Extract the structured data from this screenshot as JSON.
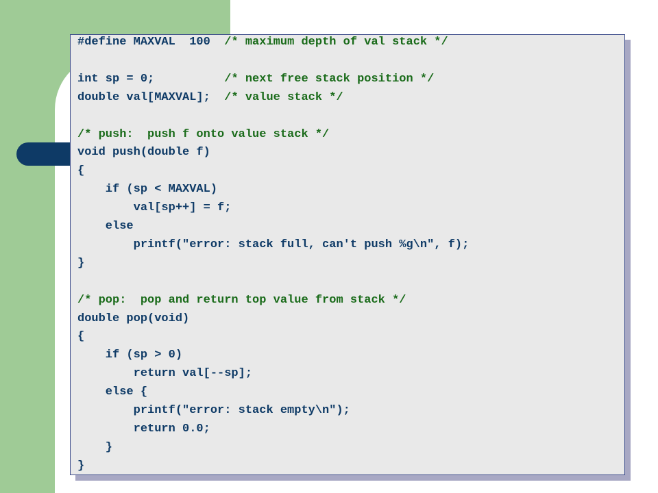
{
  "code": {
    "lines": [
      {
        "code": "#define MAXVAL  100  ",
        "comment": "/* maximum depth of val stack */"
      },
      {
        "code": "",
        "comment": ""
      },
      {
        "code": "int sp = 0;          ",
        "comment": "/* next free stack position */"
      },
      {
        "code": "double val[MAXVAL];  ",
        "comment": "/* value stack */"
      },
      {
        "code": "",
        "comment": ""
      },
      {
        "code": "",
        "comment": "/* push:  push f onto value stack */"
      },
      {
        "code": "void push(double f)",
        "comment": ""
      },
      {
        "code": "{",
        "comment": ""
      },
      {
        "code": "    if (sp < MAXVAL)",
        "comment": ""
      },
      {
        "code": "        val[sp++] = f;",
        "comment": ""
      },
      {
        "code": "    else",
        "comment": ""
      },
      {
        "code": "        printf(\"error: stack full, can't push %g\\n\", f);",
        "comment": ""
      },
      {
        "code": "}",
        "comment": ""
      },
      {
        "code": "",
        "comment": ""
      },
      {
        "code": "",
        "comment": "/* pop:  pop and return top value from stack */"
      },
      {
        "code": "double pop(void)",
        "comment": ""
      },
      {
        "code": "{",
        "comment": ""
      },
      {
        "code": "    if (sp > 0)",
        "comment": ""
      },
      {
        "code": "        return val[--sp];",
        "comment": ""
      },
      {
        "code": "    else {",
        "comment": ""
      },
      {
        "code": "        printf(\"error: stack empty\\n\");",
        "comment": ""
      },
      {
        "code": "        return 0.0;",
        "comment": ""
      },
      {
        "code": "    }",
        "comment": ""
      },
      {
        "code": "}",
        "comment": ""
      }
    ]
  },
  "colors": {
    "code": "#0e3a66",
    "comment": "#1a6b1a",
    "slide_green": "#9fcb96",
    "tab_navy": "#0e3a66",
    "box_background": "#e9e9e9"
  }
}
